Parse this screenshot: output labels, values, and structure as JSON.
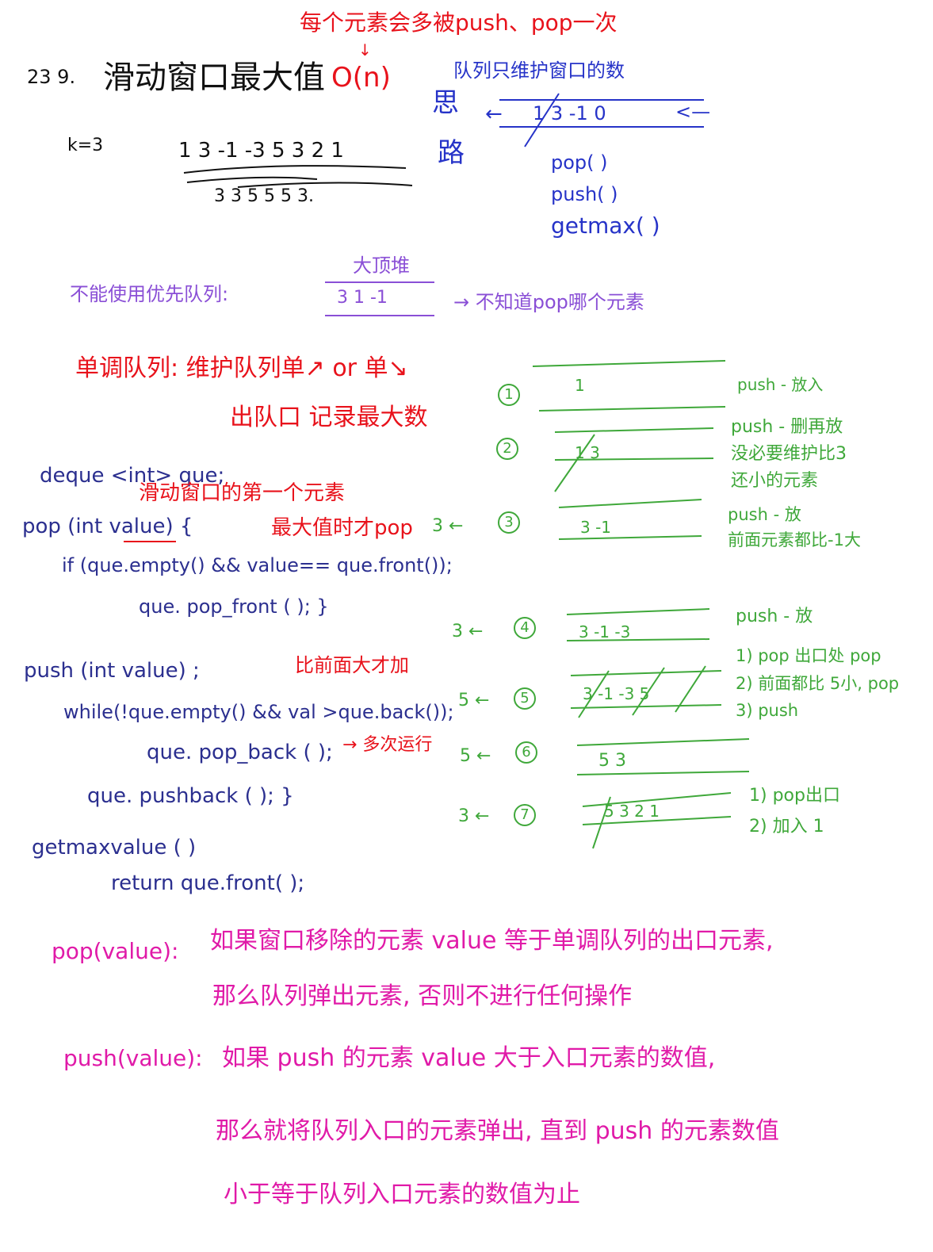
{
  "header": {
    "note": "每个元素会多被push、pop一次",
    "arrow": "↓",
    "number": "23 9.",
    "title": "滑动窗口最大值",
    "complexity": "O(n)"
  },
  "example": {
    "k": "k=3",
    "sequence": "1  3 -1  -3   5  3  2 1",
    "results": "3    3      5      5  5  3."
  },
  "queue_idea": {
    "title": "队列只维护窗口的数",
    "label_si": "思",
    "label_lu": "路",
    "left_arrow": "←",
    "items": "1      3     -1  0",
    "right_arrow": "<—",
    "ops": [
      "pop( )",
      "push( )",
      "getmax( )"
    ]
  },
  "priority_queue": {
    "label": "不能使用优先队列:",
    "heap_title": "大顶堆",
    "heap_items": "3   1   -1",
    "reason": "→ 不知道pop哪个元素"
  },
  "monotonic": {
    "line1": "单调队列: 维护队列单↗ or 单↘",
    "line2": "出队口 记录最大数"
  },
  "code": {
    "deque_decl": "deque <int> que;",
    "annotation_first": "滑动窗口的第一个元素",
    "pop_sig": "pop (int  value) {",
    "annotation_max": "最大值时才pop",
    "pop_if": "if (que.empty() && value== que.front());",
    "pop_front": "que. pop_front ( ); }",
    "annotation_bigger": "比前面大才加",
    "push_sig": "push (int  value) ;",
    "push_while": "while(!que.empty() && val >que.back());",
    "pop_back": "que. pop_back ( );",
    "annotation_loop": "→ 多次运行",
    "push_back": "que. pushback ( ); }",
    "getmax_sig": "getmaxvalue (        )",
    "return_stmt": "return   que.front( );"
  },
  "steps": [
    {
      "num": "1",
      "output": "",
      "contents": "1",
      "note": "push - 放入"
    },
    {
      "num": "2",
      "output": "",
      "contents": "1        3",
      "note": "push - 删再放\n没必要维护比3\n还小的元素"
    },
    {
      "num": "3",
      "output": "3 ←",
      "contents": "3      -1",
      "note": "push - 放\n前面元素都比-1大"
    },
    {
      "num": "4",
      "output": "3 ←",
      "contents": "3    -1    -3",
      "note": "push - 放"
    },
    {
      "num": "5",
      "output": "5 ←",
      "contents": "3    -1    -3    5",
      "note": "1) pop 出口处 pop\n2) 前面都比 5小, pop\n3) push"
    },
    {
      "num": "6",
      "output": "5 ←",
      "contents": "5    3",
      "note": ""
    },
    {
      "num": "7",
      "output": "3 ←",
      "contents": "5      3      2   1",
      "note": "1) pop出口\n2) 加入 1"
    }
  ],
  "summary": {
    "pop_label": "pop(value):",
    "pop_line1": "如果窗口移除的元素 value 等于单调队列的出口元素,",
    "pop_line2": "那么队列弹出元素, 否则不进行任何操作",
    "push_label": "push(value):",
    "push_line1": "如果 push 的元素 value 大于入口元素的数值,",
    "push_line2": "那么就将队列入口的元素弹出, 直到 push 的元素数值",
    "push_line3": "小于等于队列入口元素的数值为止"
  }
}
